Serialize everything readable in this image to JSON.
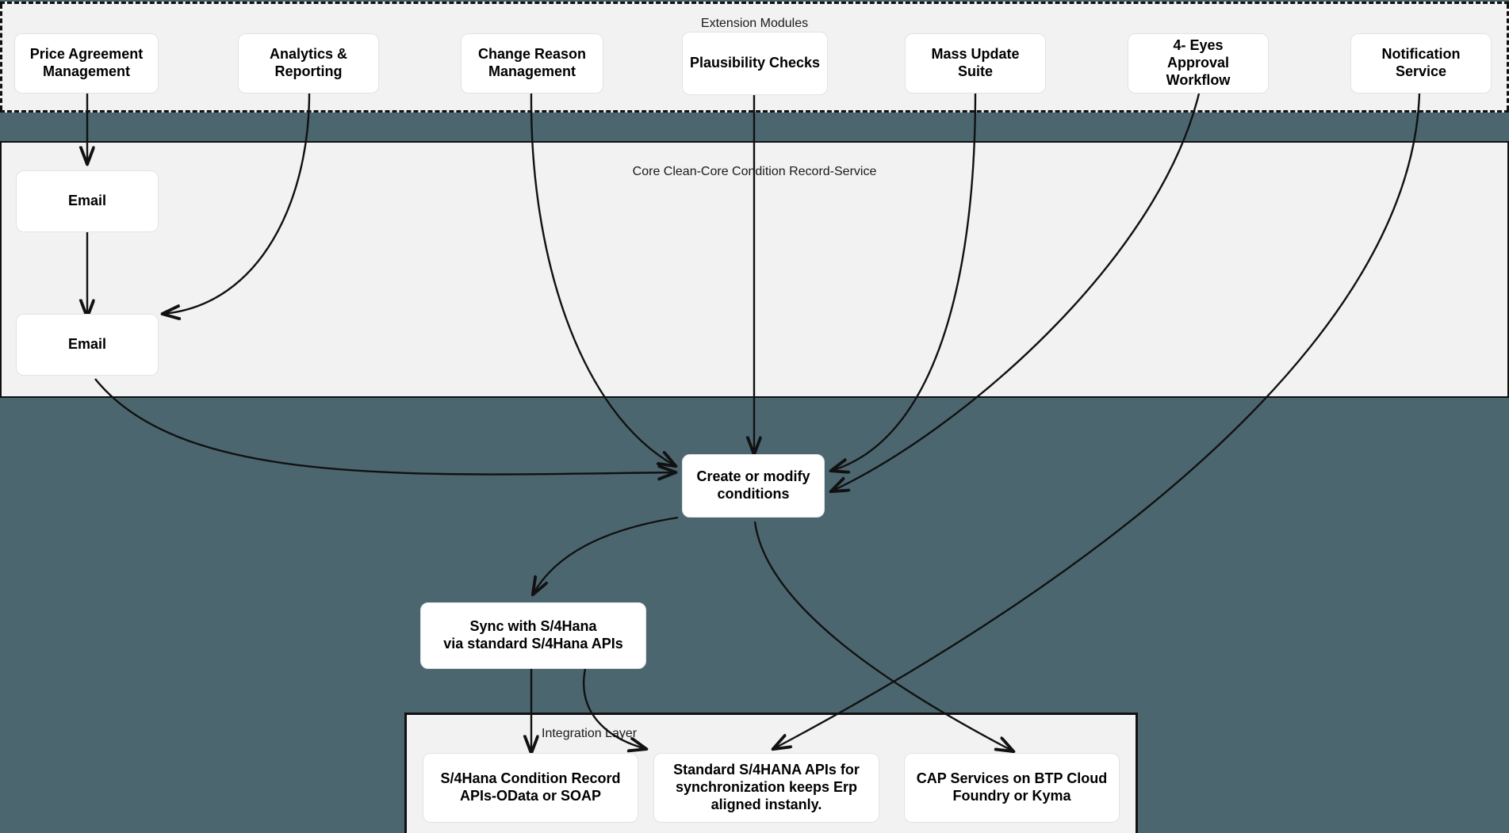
{
  "diagram": {
    "title": "Clean-Core Condition Record Service Architecture",
    "colors": {
      "background": "#4c6670",
      "panel": "#f2f2f2",
      "node_fill": "#ffffff",
      "node_border": "#e3e3e3",
      "stroke": "#111111"
    }
  },
  "extension_layer": {
    "label": "Extension Modules",
    "modules": [
      {
        "id": "price-agreement-management",
        "label": "Price Agreement\nManagement"
      },
      {
        "id": "analytics-reporting",
        "label": "Analytics &\nReporting"
      },
      {
        "id": "change-reason-management",
        "label": "Change Reason\nManagement"
      },
      {
        "id": "plausibility-checks",
        "label": "Plausibility Checks"
      },
      {
        "id": "mass-update-suite",
        "label": "Mass Update\nSuite"
      },
      {
        "id": "four-eyes-approval-workflow",
        "label": "4- Eyes\nApproval Workflow"
      },
      {
        "id": "notification-service",
        "label": "Notification\nService"
      }
    ]
  },
  "core_layer": {
    "label": "Core Clean-Core  Condition Record-Service",
    "nodes": [
      {
        "id": "email-top",
        "label": "Email"
      },
      {
        "id": "email-bottom",
        "label": "Email"
      }
    ]
  },
  "middle_layer": {
    "nodes": [
      {
        "id": "create-or-modify-conditions",
        "label": "Create or modify\nconditions"
      },
      {
        "id": "sync-with-s4hana",
        "label": "Sync with S/4Hana\nvia standard S/4Hana APIs"
      }
    ]
  },
  "integration_layer": {
    "label": "Integration Layer",
    "nodes": [
      {
        "id": "s4hana-condition-record-apis",
        "label": "S/4Hana Condition Record\nAPIs-OData or SOAP"
      },
      {
        "id": "standard-s4hana-apis-sync",
        "label": "Standard S/4HANA APIs for\nsynchronization keeps Erp\naligned instanly."
      },
      {
        "id": "cap-services-btp",
        "label": "CAP Services on BTP Cloud\nFoundry or Kyma"
      }
    ]
  }
}
